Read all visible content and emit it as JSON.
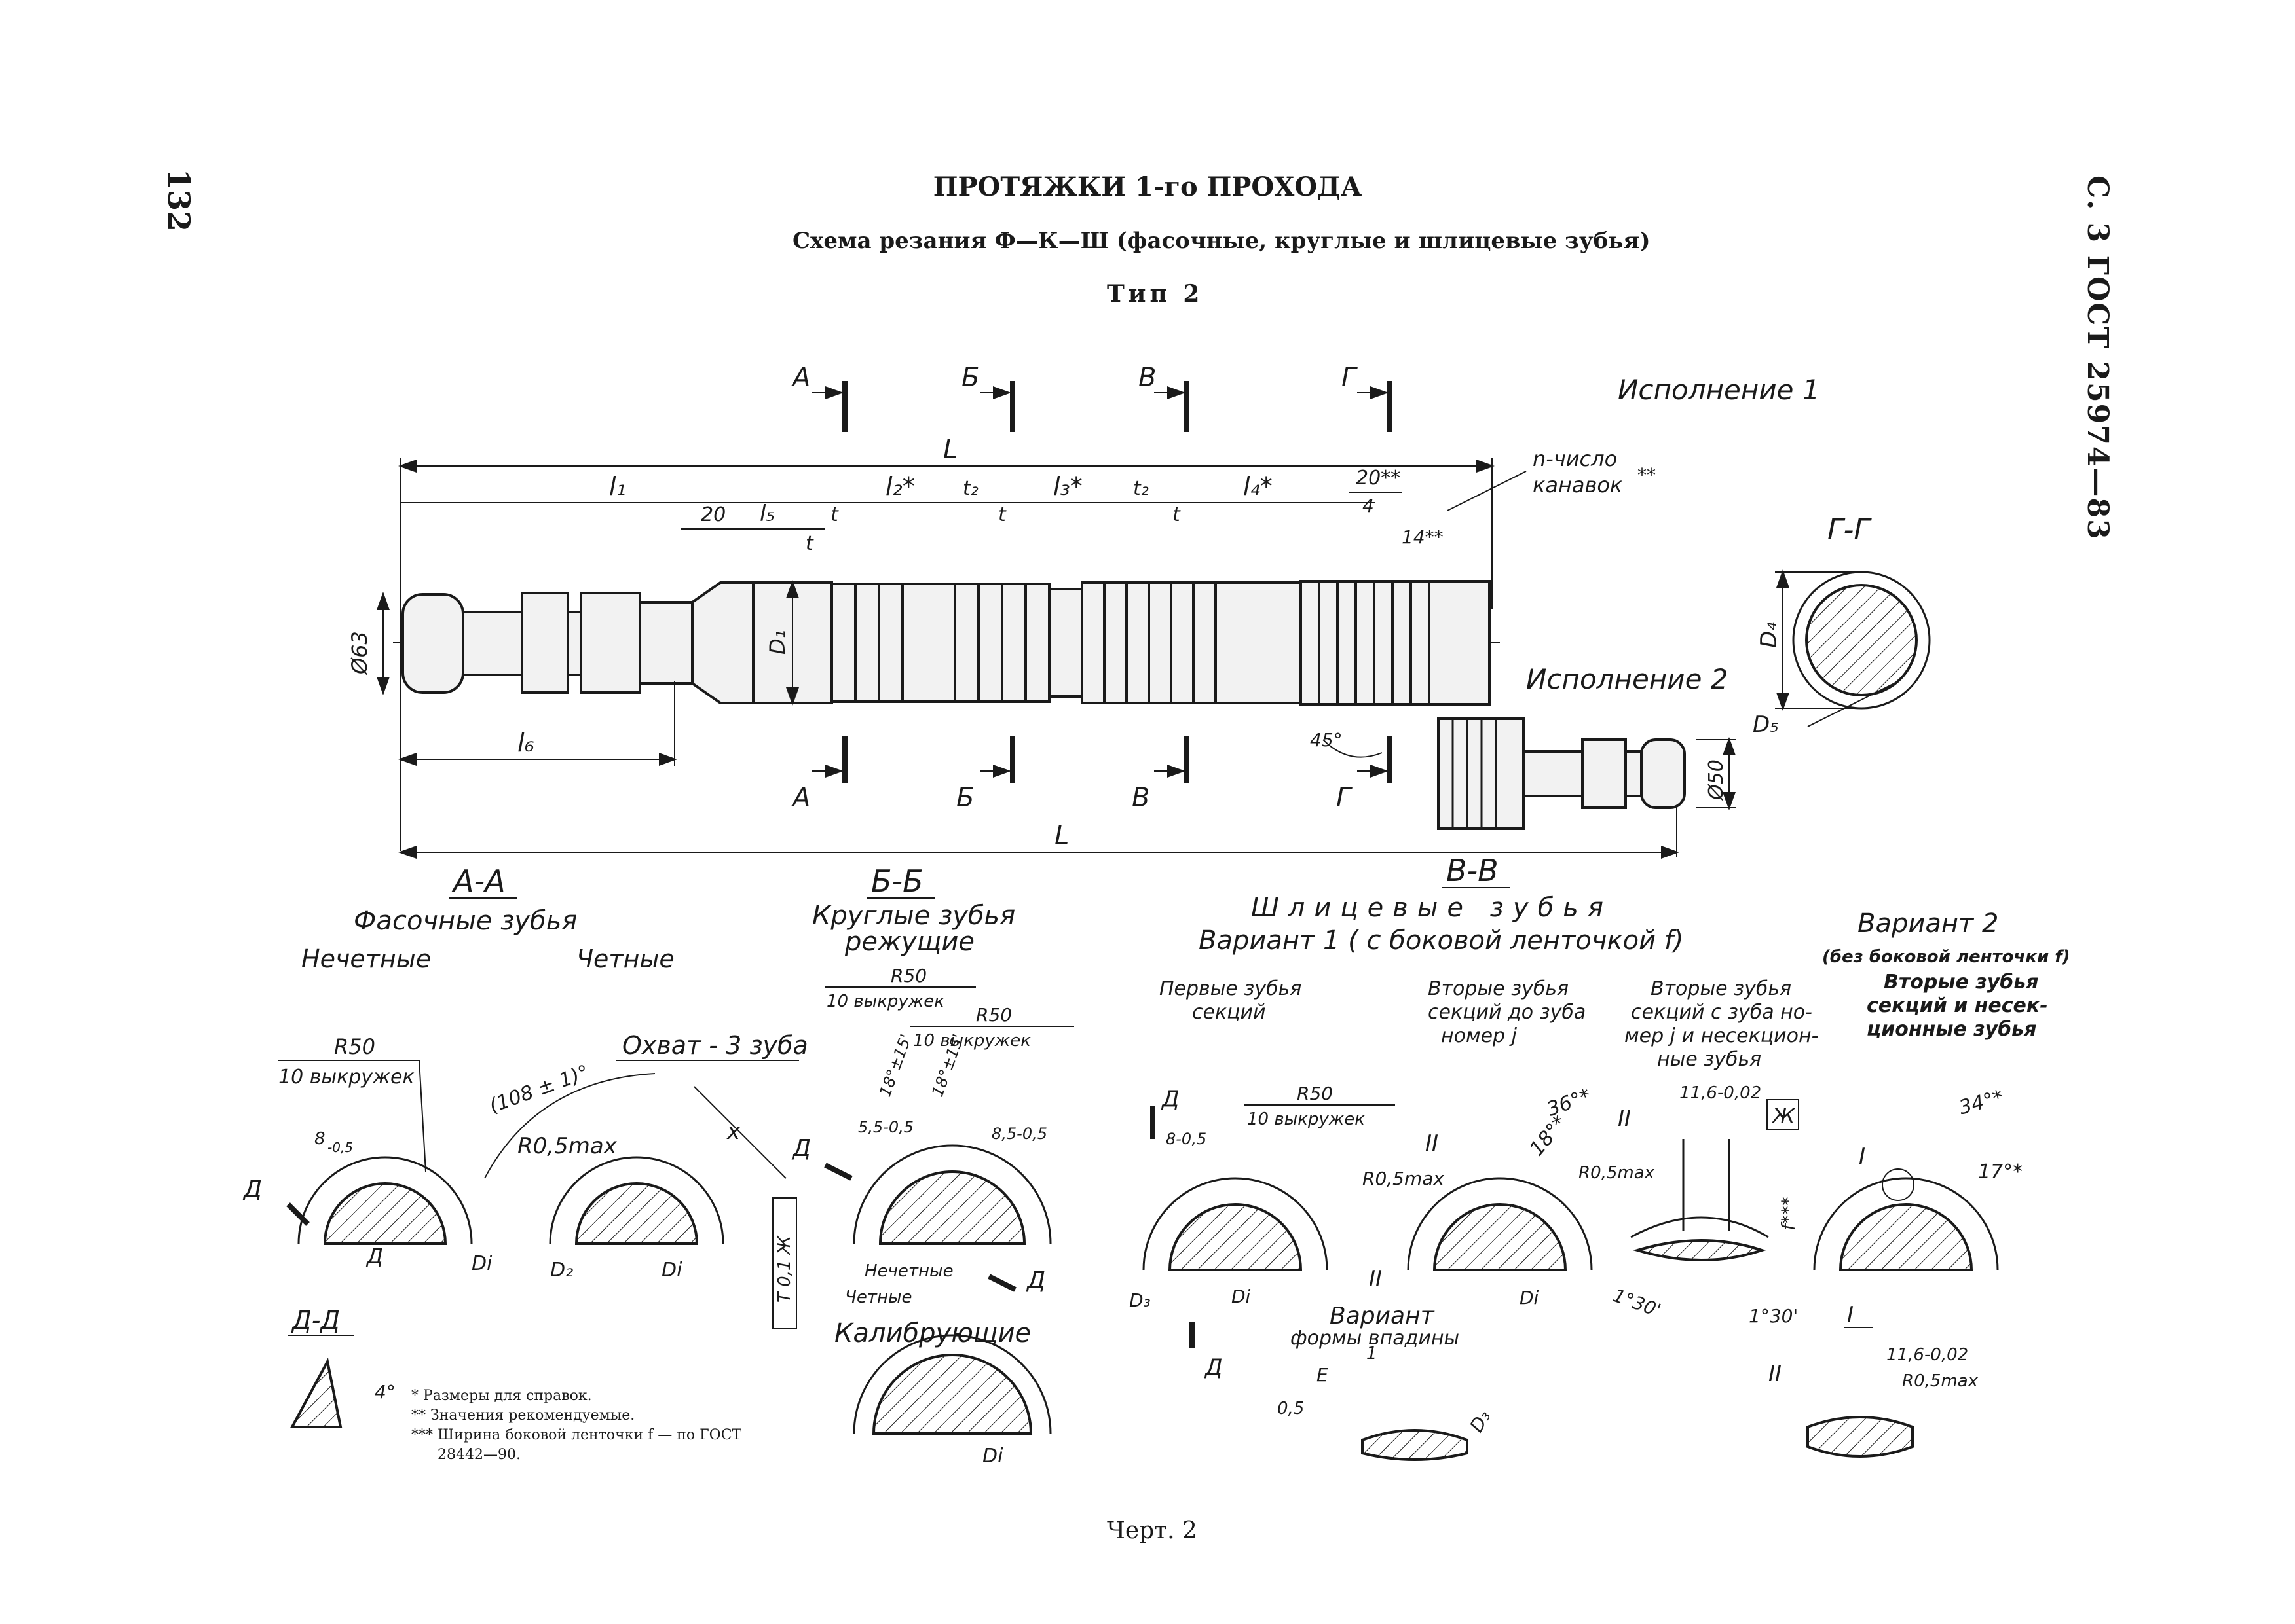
{
  "page": {
    "page_number": "132",
    "standard_ref": "С. 3 ГОСТ 25974—83",
    "title": "ПРОТЯЖКИ 1-го ПРОХОДА",
    "subtitle": "Схема резания Ф—К—Ш (фасочные, круглые и шлицевые зубья)",
    "type": "Тип 2",
    "caption": "Черт. 2"
  },
  "main_view": {
    "execution_1": "Исполнение 1",
    "execution_2": "Исполнение 2",
    "section_marks": [
      "А",
      "Б",
      "В",
      "Г"
    ],
    "dims": {
      "L": "L",
      "l1": "l₁",
      "l2": "l₂*",
      "l3": "l₃*",
      "l4": "l₄*",
      "l5": "l₅",
      "l6": "l₆",
      "t": "t",
      "t2": "t₂",
      "d20a": "20",
      "d20b": "20**",
      "d4": "4",
      "d14": "14**",
      "d63": "Ø63",
      "d50": "Ø50",
      "D1": "D₁",
      "angle45": "45°",
      "grooves_1": "n-число",
      "grooves_2": "канавок",
      "grooves_star": "**"
    }
  },
  "section_GG": {
    "label": "Г-Г",
    "D4": "D₄",
    "D5": "D₅"
  },
  "section_AA": {
    "label": "А-А",
    "subtitle": "Фасочные зубья",
    "odd": "Нечетные",
    "even": "Четные",
    "r50_top": "R50",
    "r50_bottom": "10 выкружек",
    "dim_8": "8",
    "dim_8_tol": "-0,5",
    "cover": "Охват - 3 зуба",
    "angle": "(108 ± 1)°",
    "r05": "R0,5max",
    "x": "x",
    "tol_box": "Т 0,1 Ж",
    "D2": "D₂",
    "Di": "Di",
    "D": "Д",
    "DD_label": "Д-Д",
    "angle4": "4°"
  },
  "section_BB": {
    "label": "Б-Б",
    "subtitle_1": "Круглые зубья",
    "subtitle_2": "режущие",
    "r50a_top": "R50",
    "r50a_bottom": "10 выкружек",
    "r50b_top": "R50",
    "r50b_bottom": "10 выкружек",
    "angle_1": "18°±15'",
    "angle_2": "18°±15'",
    "dim_55": "5,5-0,5",
    "dim_85": "8,5-0,5",
    "odd": "Нечетные",
    "even": "Четные",
    "calibrating": "Калибрующие",
    "Di": "Di",
    "D": "Д"
  },
  "section_VV": {
    "label": "В-В",
    "subtitle": "Шлицевые зубья",
    "variant1": "Вариант 1 ( с боковой ленточкой f)",
    "variant2": "Вариант 2",
    "variant2_note": "(без боковой ленточки f)",
    "col1": [
      "Первые зубья",
      "секций"
    ],
    "col2": [
      "Вторые зубья",
      "секций до зуба",
      "номер j"
    ],
    "col3": [
      "Вторые зубья",
      "секций с зуба но-",
      "мер j и несекцион-",
      "ные зубья"
    ],
    "col4": [
      "Вторые зубья",
      "секций и несек-",
      "ционные зубья"
    ],
    "r50_top": "R50",
    "r50_bottom": "10 выкружек",
    "dim_8": "8-0,5",
    "D3": "D₃",
    "Di": "Di",
    "D": "Д",
    "II": "II",
    "I": "I",
    "r05": "R0,5max",
    "angle36": "36°*",
    "angle18": "18°*",
    "dim116": "11,6-0,02",
    "zh": "Ж",
    "f": "f***",
    "angle130": "1°30'",
    "angle34": "34°*",
    "angle17": "17°*",
    "variant_form_1": "Вариант",
    "variant_form_2": "формы впадины",
    "E": "E",
    "dim05": "0,5",
    "one": "1"
  },
  "notes": [
    "* Размеры для справок.",
    "** Значения рекомендуемые.",
    "*** Ширина боковой ленточки f — по ГОСТ",
    "28442—90."
  ]
}
